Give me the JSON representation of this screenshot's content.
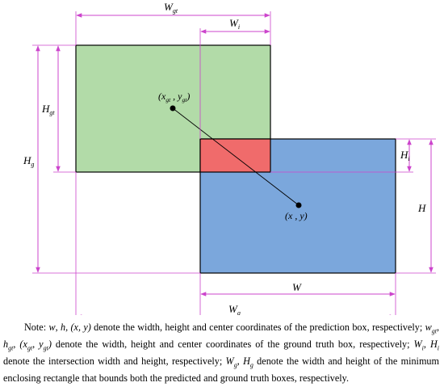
{
  "diagram": {
    "labels": {
      "Wgt": {
        "main": "W",
        "sub": "gt"
      },
      "Wi": {
        "main": "W",
        "sub": "i"
      },
      "Hgt": {
        "main": "H",
        "sub": "gt"
      },
      "Hg": {
        "main": "H",
        "sub": "g"
      },
      "Hi": {
        "main": "H",
        "sub": "i"
      },
      "H": {
        "main": "H"
      },
      "W": {
        "main": "W"
      },
      "Wg": {
        "main": "W",
        "sub": "g"
      },
      "gt_center": {
        "open": "(x",
        "sub1": "gt",
        "mid": " , y",
        "sub2": "gt",
        "close": ")"
      },
      "pred_center": "(x , y)"
    },
    "colors": {
      "ground_truth_box": "#b2dba8",
      "prediction_box": "#7ba7dc",
      "intersection": "#f06b6b",
      "dimension_lines": "#cc44cc"
    }
  },
  "note": {
    "p1": "Note: ",
    "w": "w",
    "c1": ", ",
    "h": "h",
    "c2": ", ",
    "xy": "(x, y)",
    "p2": " denote the width, height and center coordinates of the prediction box, respectively; ",
    "wgt_main": "w",
    "wgt_sub": "gt",
    "c3": ", ",
    "hgt_main": "h",
    "hgt_sub": "gt",
    "c4": ", ",
    "xygt_open": "(x",
    "xygt_sub1": "gt",
    "xygt_mid": ", y",
    "xygt_sub2": "gt",
    "xygt_close": ")",
    "p3": " denote the width, height and center coordinates of the ground truth box, respectively; ",
    "Wi_main": "W",
    "Wi_sub": "i",
    "c5": ", ",
    "Hi_main": "H",
    "Hi_sub": "i",
    "p4": " denote the intersection width and height, respectively; ",
    "Wg_main": "W",
    "Wg_sub": "g",
    "c6": ", ",
    "Hg_main": "H",
    "Hg_sub": "g",
    "p5": " denote the width and height of the minimum enclosing rectangle that bounds both the predicted and ground truth boxes, respectively."
  }
}
